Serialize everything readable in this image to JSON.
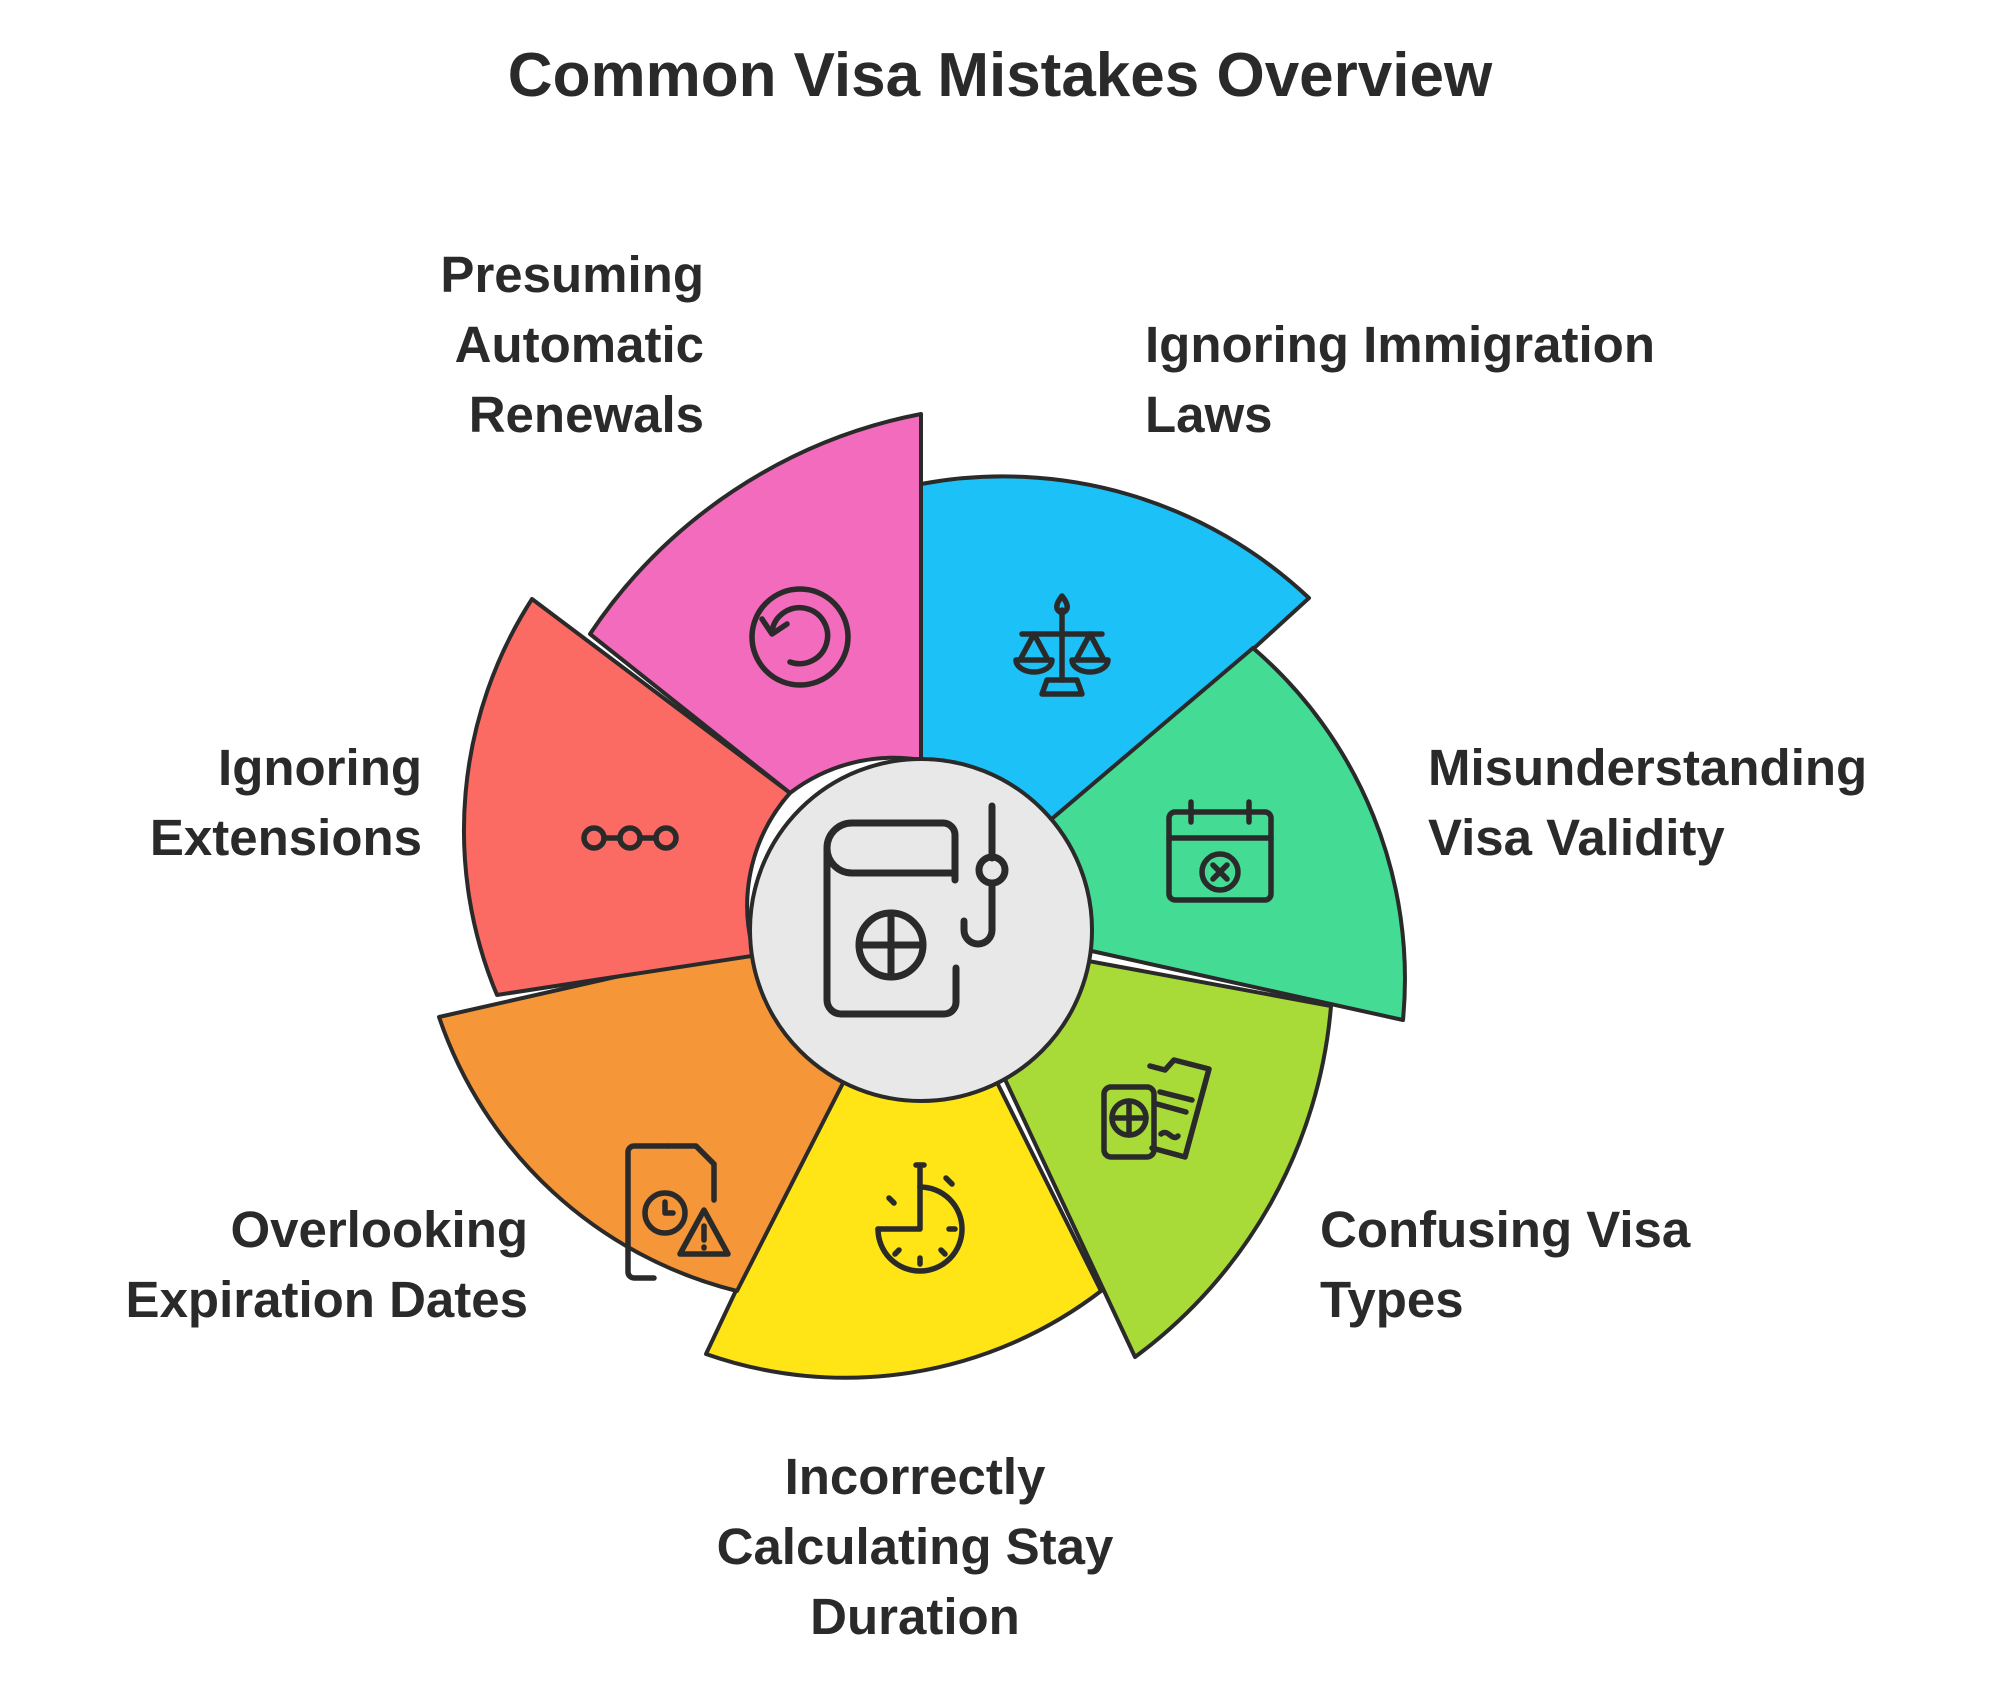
{
  "title": "Common Visa Mistakes Overview",
  "segments": [
    {
      "lines": [
        "Presuming",
        "Automatic",
        "Renewals"
      ],
      "color": "#f26bbd",
      "icon": "refresh-icon"
    },
    {
      "lines": [
        "Ignoring Immigration",
        "Laws"
      ],
      "color": "#1cc2f7",
      "icon": "scales-icon"
    },
    {
      "lines": [
        "Misunderstanding",
        "Visa Validity"
      ],
      "color": "#44dc94",
      "icon": "calendar-x-icon"
    },
    {
      "lines": [
        "Confusing Visa",
        "Types"
      ],
      "color": "#a8da38",
      "icon": "passport-ticket-icon"
    },
    {
      "lines": [
        "Incorrectly",
        "Calculating Stay",
        "Duration"
      ],
      "color": "#ffe516",
      "icon": "stopwatch-icon"
    },
    {
      "lines": [
        "Overlooking",
        "Expiration Dates"
      ],
      "color": "#f59638",
      "icon": "document-clock-warning-icon"
    },
    {
      "lines": [
        "Ignoring",
        "Extensions"
      ],
      "color": "#fb6a63",
      "icon": "ellipsis-circles-icon"
    }
  ],
  "center": {
    "icon": "passport-hook-icon",
    "color": "#e8e8e8"
  }
}
